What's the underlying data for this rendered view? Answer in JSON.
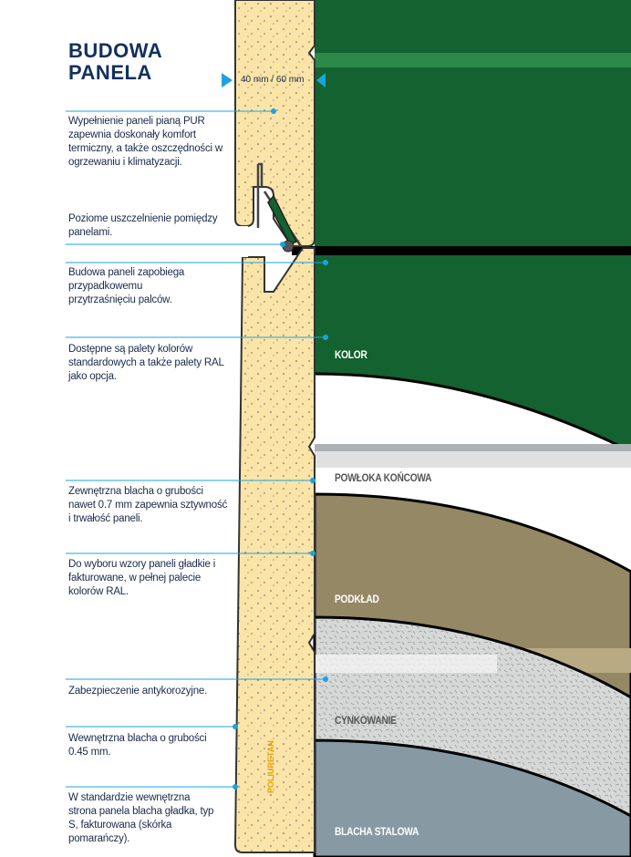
{
  "title": {
    "line1": "BUDOWA",
    "line2": "PANELA"
  },
  "dimension_label": "40 mm / 60 mm",
  "foam_label": "POLIURETAN",
  "notes": [
    "Wypełnienie paneli pianą PUR zapewnia doskonały komfort termiczny, a także oszczędności w ogrzewaniu i klimatyzacji.",
    "Poziome uszczelnienie pomiędzy panelami.",
    "Budowa paneli zapobiega przypadkowemu przytrzaśnięciu palców.",
    "Dostępne są palety kolorów standardowych a także palety RAL jako opcja.",
    "Zewnętrzna blacha o grubości nawet 0.7 mm zapewnia sztywność i trwałość paneli.",
    "Do wyboru wzory paneli gładkie i fakturowane, w pełnej palecie kolorów RAL.",
    "Zabezpieczenie antykorozyjne.",
    "Wewnętrzna blacha o grubości 0.45 mm.",
    "W standardzie wewnętrzna strona panela blacha gładka, typ S, fakturowana (skórka pomarańczy)."
  ],
  "layers": {
    "kolor": "KOLOR",
    "powloka": "POWŁOKA KOŃCOWA",
    "podklad": "PODKŁAD",
    "cynkowanie": "CYNKOWANIE",
    "blacha": "BLACHA STALOWA"
  },
  "colors": {
    "green": "#13622f",
    "foam": "#fbe4a8",
    "brown": "#948865",
    "zinc": "#d6d8d8",
    "steel": "#8799a3",
    "accent": "#1aa3e0",
    "title": "#12305e"
  }
}
